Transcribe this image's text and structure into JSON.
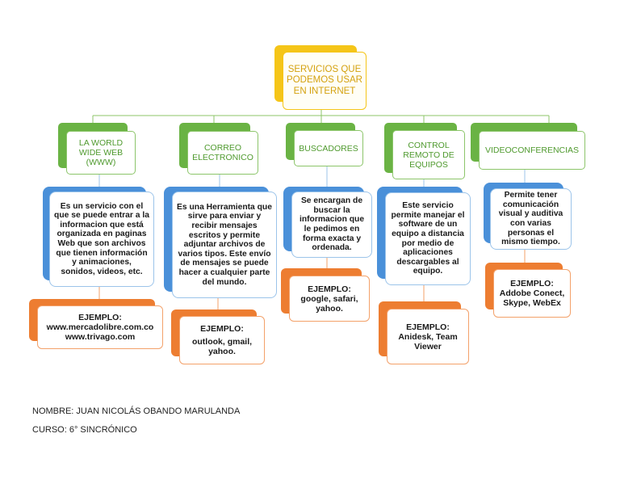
{
  "root": {
    "title": "SERVICIOS QUE PODEMOS USAR EN INTERNET"
  },
  "branches": [
    {
      "title": "LA WORLD WIDE WEB (WWW)",
      "description": "Es un servicio con el que se puede entrar a la informacion que está organizada en paginas Web que son archivos que tienen información y animaciones, sonidos, videos, etc.",
      "example_label": "EJEMPLO:",
      "example": "www.mercadolibre.com.co www.trivago.com"
    },
    {
      "title": "CORREO ELECTRONICO",
      "description": "Es una Herramienta que sirve para enviar y recibir mensajes escritos y permite adjuntar archivos de varios tipos. Este envío de mensajes se puede hacer a cualquier parte del mundo.",
      "example_label": "EJEMPLO:",
      "example": "outlook, gmail, yahoo."
    },
    {
      "title": "BUSCADORES",
      "description": "Se encargan de buscar la informacion que le pedimos en forma exacta y ordenada.",
      "example_label": "EJEMPLO:",
      "example": "google, safari, yahoo."
    },
    {
      "title": "CONTROL REMOTO DE EQUIPOS",
      "description": "Este servicio permite manejar el software de un equipo a distancia por medio de aplicaciones descargables al equipo.",
      "example_label": "EJEMPLO:",
      "example": "Anidesk, Team Viewer"
    },
    {
      "title": "VIDEOCONFERENCIAS",
      "description": "Permite tener comunicación visual y auditiva con varias personas el mismo tiempo.",
      "example_label": "EJEMPLO:",
      "example": "Addobe Conect, Skype, WebEx"
    }
  ],
  "footer": {
    "name": "NOMBRE: JUAN NICOLÁS OBANDO MARULANDA",
    "course": "CURSO: 6° SINCRÓNICO"
  },
  "colors": {
    "root": "#f5c518",
    "category": "#6ab344",
    "description": "#4a90d9",
    "example": "#ed7d31"
  }
}
